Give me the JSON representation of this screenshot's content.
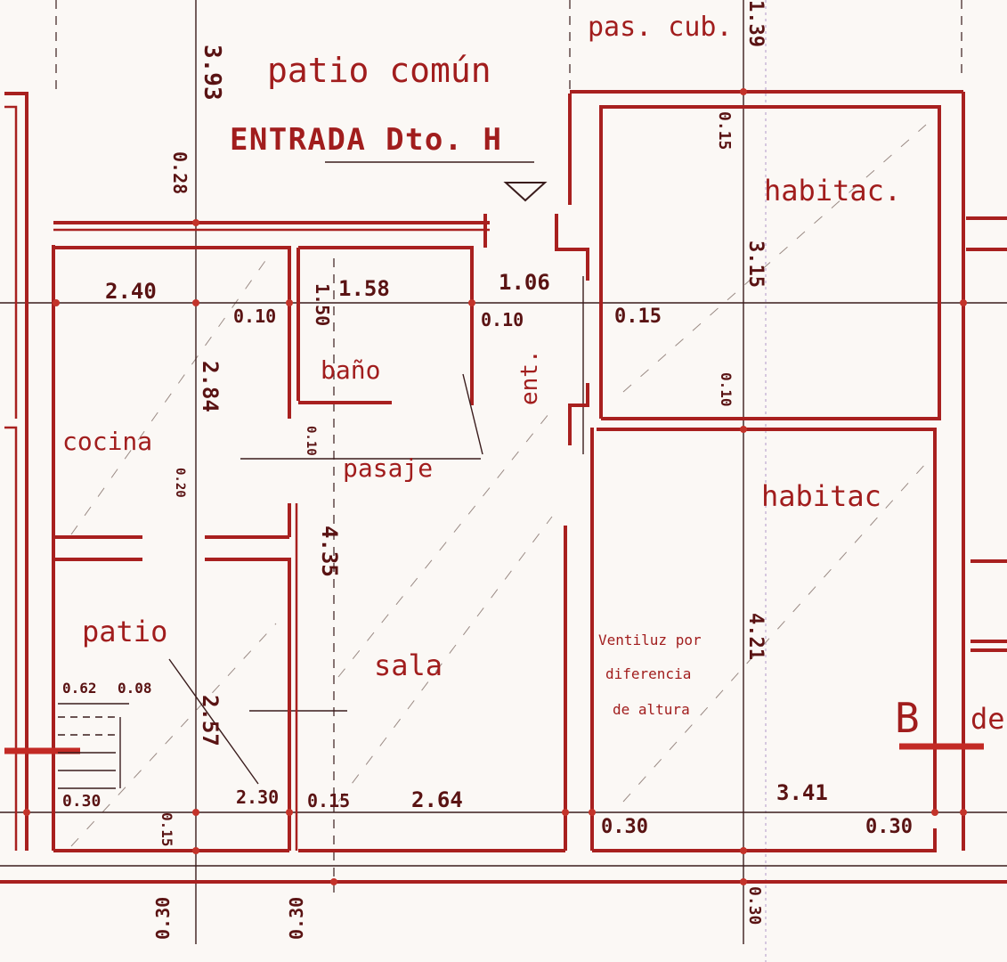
{
  "plan": {
    "header_labels": {
      "patio_comun": "patio común",
      "entrance": "ENTRADA Dto. H",
      "covered_passage": "pas. cub."
    },
    "rooms": {
      "cocina": "cocina",
      "bano": "baño",
      "pasaje": "pasaje",
      "patio": "patio",
      "sala": "sala",
      "habitac_top": "habitac.",
      "habitac_bottom": "habitac",
      "entrance_short": "ent."
    },
    "notes": {
      "vent_line1": "Ventiluz por",
      "vent_line2": "diferencia",
      "vent_line3": "de altura",
      "section_mark": "B",
      "partial_label": "de"
    },
    "dimensions": {
      "d393": "3.93",
      "d139": "1.39",
      "d028": "0.28",
      "d015_top": "0.15",
      "d240": "2.40",
      "d010_left": "0.10",
      "d158": "1.58",
      "d150": "1.50",
      "d106": "1.06",
      "d010_mid": "0.10",
      "d015_mid": "0.15",
      "d315": "3.15",
      "d010_vert": "0.10",
      "d284": "2.84",
      "d010_small": "0.10",
      "d020": "0.20",
      "d435": "4.35",
      "d421": "4.21",
      "d062": "0.62",
      "d008": "0.08",
      "d257": "2.57",
      "d030_stair": "0.30",
      "d015_low": "0.15",
      "d230": "2.30",
      "d015_sala": "0.15",
      "d264": "2.64",
      "d341": "3.41",
      "d030_left": "0.30",
      "d030_right": "0.30",
      "d030_bottom1": "0.30",
      "d030_bottom2": "0.30",
      "d030_bottom3": "0.30"
    }
  }
}
